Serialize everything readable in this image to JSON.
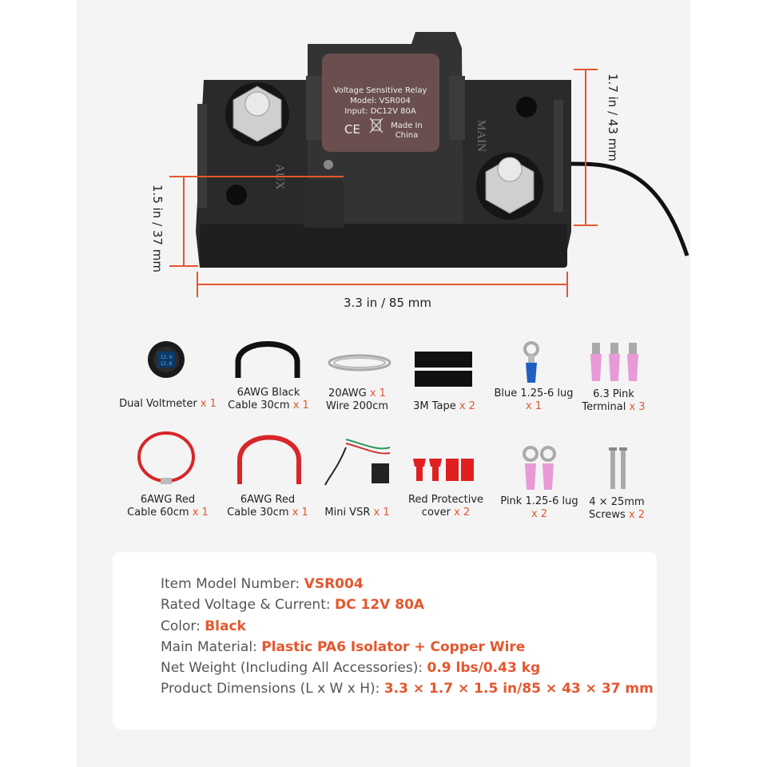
{
  "colors": {
    "accent": "#e4572e",
    "dimension_line": "#e4572e",
    "relay_body": "#2b2b2b"
  },
  "product": {
    "label_lines": [
      "Voltage Sensitive Relay",
      "Model: VSR004",
      "Input: DC12V 80A"
    ],
    "made_in": [
      "Made In",
      "China"
    ],
    "cert_marks": "CE",
    "terminal_aux": "AUX",
    "terminal_main": "MAIN"
  },
  "dimensions": {
    "height_right": "1.7 in / 43 mm",
    "height_left": "1.5 in / 37 mm",
    "length": "3.3 in / 85 mm"
  },
  "accessories": [
    {
      "name": "Dual Voltmeter",
      "qty": "x 1",
      "icon": "voltmeter-icon"
    },
    {
      "name": "6AWG Black Cable 30cm",
      "name_lines": [
        "6AWG Black",
        "Cable 30cm"
      ],
      "qty": "x 1",
      "icon": "black-cable-icon"
    },
    {
      "name_lines": [
        "20AWG",
        "Wire 200cm"
      ],
      "qty": "x 1",
      "icon": "wire-coil-icon"
    },
    {
      "name": "3M Tape",
      "qty": "x 2",
      "icon": "tape-icon"
    },
    {
      "name_lines": [
        "Blue 1.25-6 lug",
        ""
      ],
      "qty": "x 1",
      "icon": "blue-lug-icon"
    },
    {
      "name_lines": [
        "6.3 Pink",
        "Terminal"
      ],
      "qty": "x 3",
      "icon": "pink-terminal-icon"
    },
    {
      "name_lines": [
        "6AWG Red",
        "Cable 60cm"
      ],
      "qty": "x 1",
      "icon": "red-cable-long-icon"
    },
    {
      "name_lines": [
        "6AWG Red",
        "Cable 30cm"
      ],
      "qty": "x 1",
      "icon": "red-cable-short-icon"
    },
    {
      "name": "Mini VSR",
      "qty": "x 1",
      "icon": "mini-vsr-icon"
    },
    {
      "name_lines": [
        "Red Protective",
        "cover"
      ],
      "qty": "x 2",
      "icon": "red-cover-icon"
    },
    {
      "name_lines": [
        "Pink 1.25-6 lug",
        ""
      ],
      "qty": "x 2",
      "icon": "pink-lug-icon"
    },
    {
      "name_lines": [
        "4 × 25mm",
        "Screws"
      ],
      "qty": "x 2",
      "icon": "screws-icon"
    }
  ],
  "specs": [
    {
      "label": "Item Model Number: ",
      "value": "VSR004"
    },
    {
      "label": "Rated Voltage & Current: ",
      "value": "DC 12V 80A"
    },
    {
      "label": "Color: ",
      "value": "Black"
    },
    {
      "label": "Main Material: ",
      "value": "Plastic PA6 Isolator + Copper Wire"
    },
    {
      "label": "Net Weight (Including All Accessories): ",
      "value": "0.9 lbs/0.43 kg"
    },
    {
      "label": "Product Dimensions (L x W x H): ",
      "value": "3.3 × 1.7 × 1.5 in/85 × 43 × 37 mm"
    }
  ]
}
